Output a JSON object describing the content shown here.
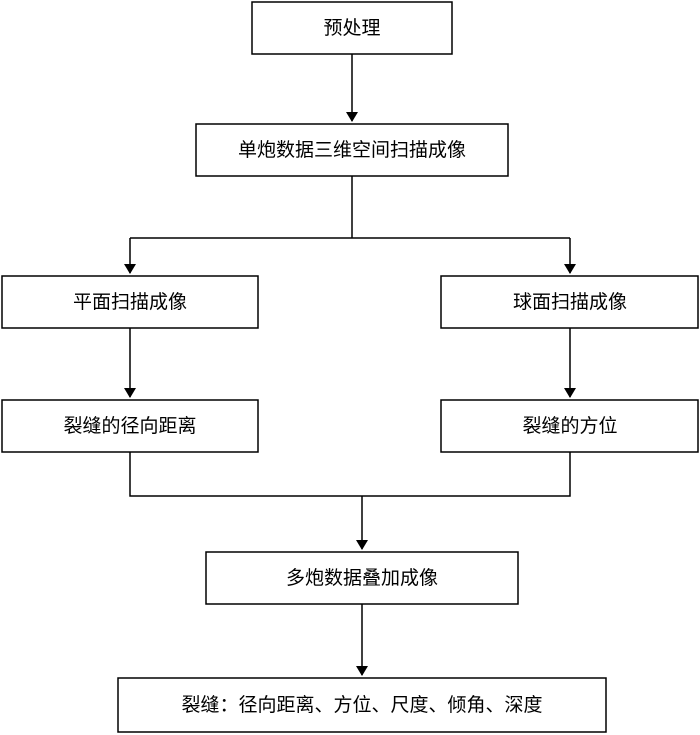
{
  "nodes": {
    "preprocess": "预处理",
    "single_shot_imaging": "单炮数据三维空间扫描成像",
    "plane_scan": "平面扫描成像",
    "sphere_scan": "球面扫描成像",
    "radial_distance": "裂缝的径向距离",
    "orientation": "裂缝的方位",
    "multi_shot_stack": "多炮数据叠加成像",
    "fracture_result": "裂缝：径向距离、方位、尺度、倾角、深度"
  },
  "colors": {
    "line": "#000000",
    "box_fill": "#ffffff",
    "text": "#000000"
  }
}
